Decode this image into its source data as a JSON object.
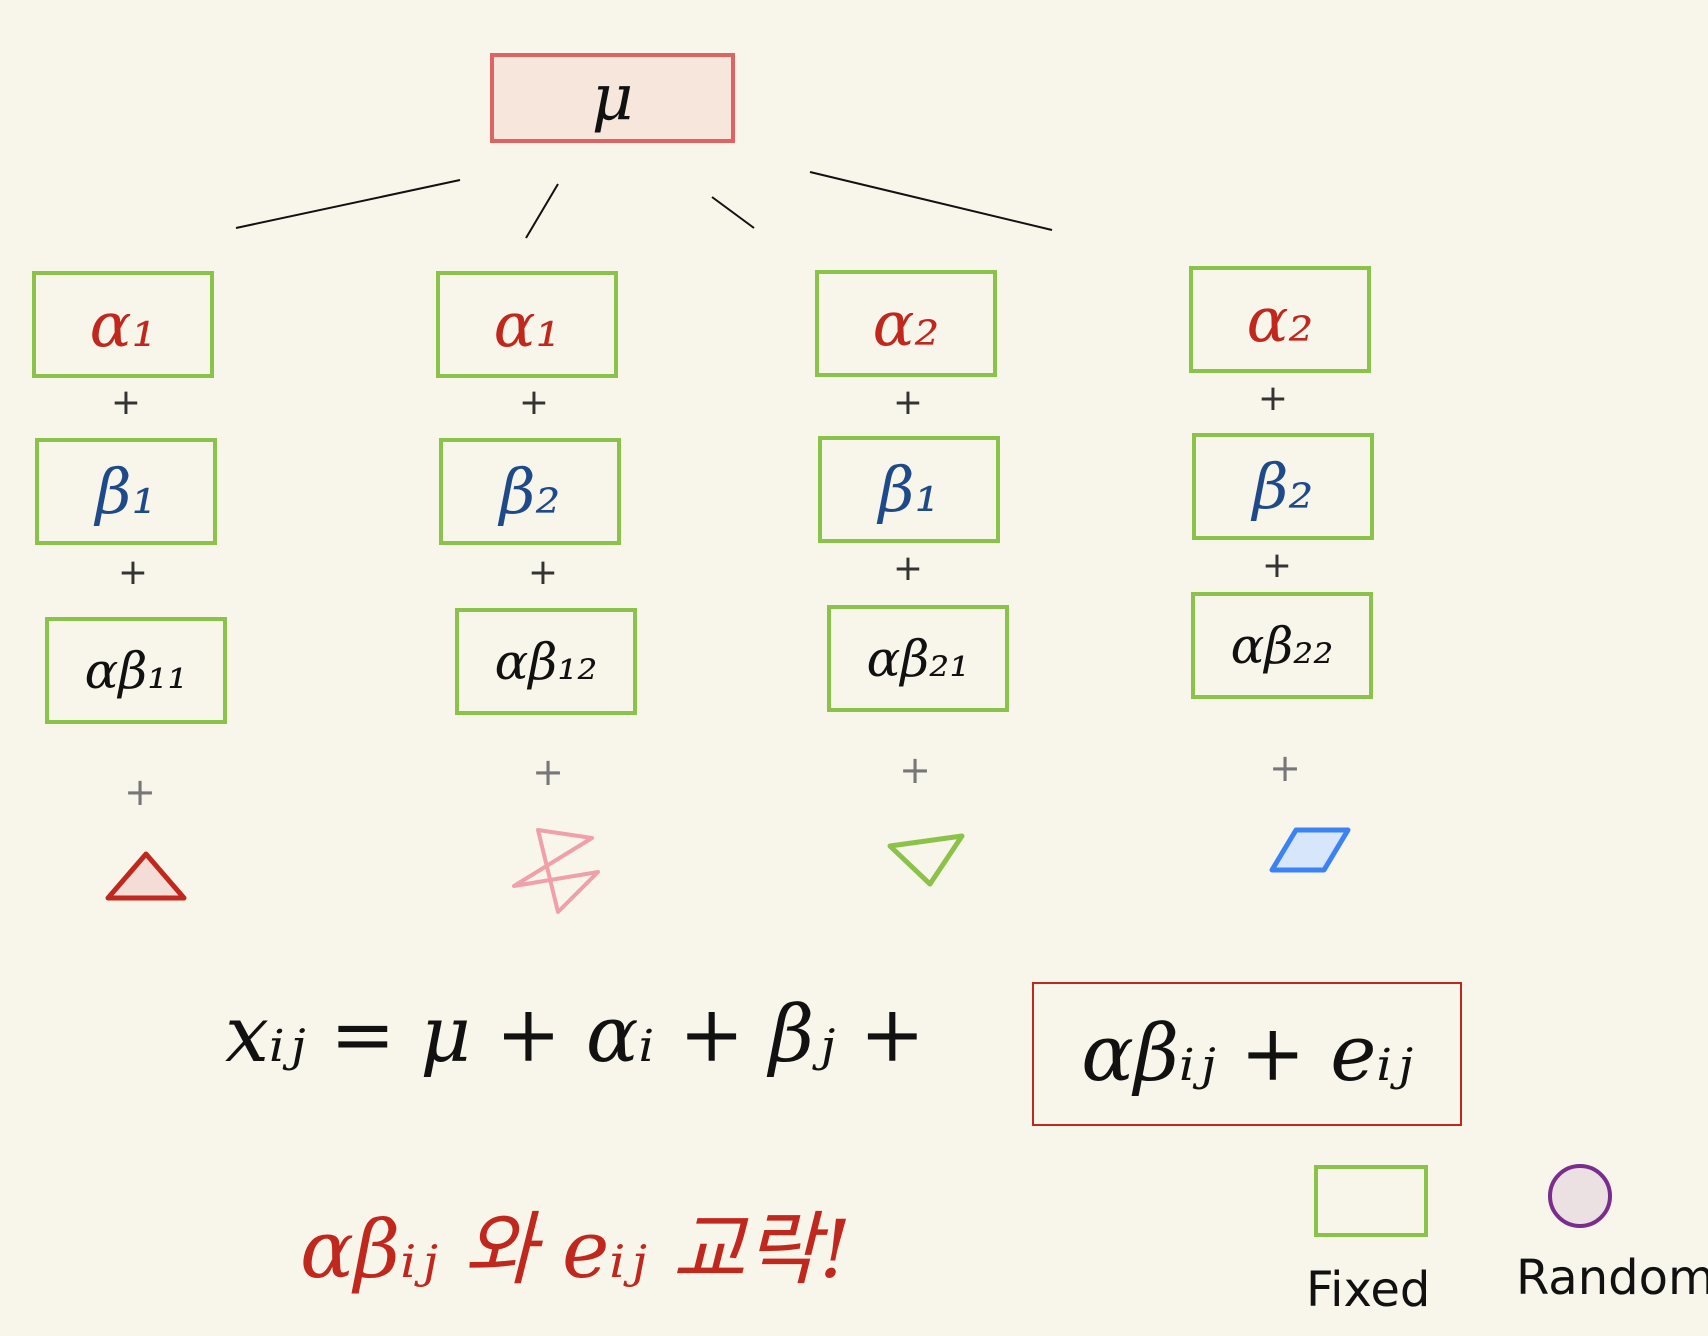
{
  "root": {
    "label": "μ"
  },
  "columns": [
    {
      "alpha": "α₁",
      "beta": "β₁",
      "ab": "αβ₁₁"
    },
    {
      "alpha": "α₁",
      "beta": "β₂",
      "ab": "αβ₁₂"
    },
    {
      "alpha": "α₂",
      "beta": "β₁",
      "ab": "αβ₂₁"
    },
    {
      "alpha": "α₂",
      "beta": "β₂",
      "ab": "αβ₂₂"
    }
  ],
  "plus_sign": "+",
  "shapes": [
    {
      "name": "triangle",
      "color": "#c0281e"
    },
    {
      "name": "star",
      "color": "#f0a0a8"
    },
    {
      "name": "inverted-triangle",
      "color": "#8bc34a"
    },
    {
      "name": "parallelogram",
      "color": "#3b82f6"
    }
  ],
  "equation": {
    "left": "xᵢⱼ = μ + αᵢ + βⱼ +",
    "boxed": "αβᵢⱼ + eᵢⱼ"
  },
  "note": "αβᵢⱼ 와 eᵢⱼ 교락!",
  "legend": {
    "fixed_label": "Fixed",
    "random_label": "Random",
    "fixed_color": "#8bc34a",
    "random_color": "#7b2d8e"
  }
}
